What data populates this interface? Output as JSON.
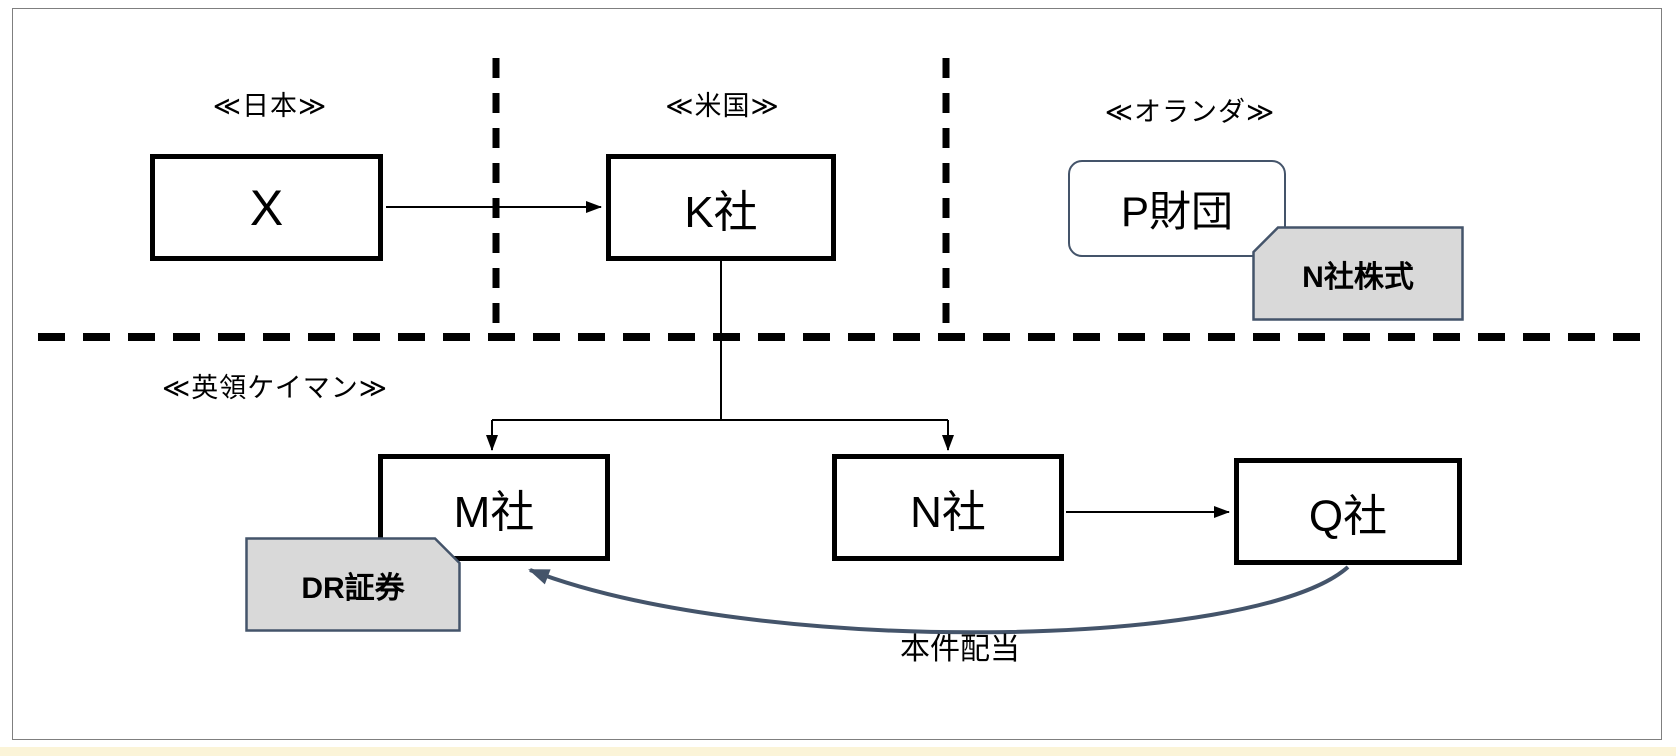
{
  "diagram": {
    "regions": {
      "japan": "≪日本≫",
      "usa": "≪米国≫",
      "netherlands": "≪オランダ≫",
      "cayman": "≪英領ケイマン≫"
    },
    "nodes": {
      "x": "X",
      "k": "K社",
      "p_foundation": "P財団",
      "m": "M社",
      "n": "N社",
      "q": "Q社"
    },
    "callouts": {
      "n_shares": "N社株式",
      "dr_securities": "DR証券"
    },
    "edge_labels": {
      "dividend": "本件配当"
    },
    "colors": {
      "node_border": "#000000",
      "callout_fill": "#d9d9d9",
      "callout_border": "#44546a",
      "curve_arrow": "#44546a",
      "slide_border": "#7f7f7f",
      "bottom_strip": "#fbf4d8"
    }
  }
}
